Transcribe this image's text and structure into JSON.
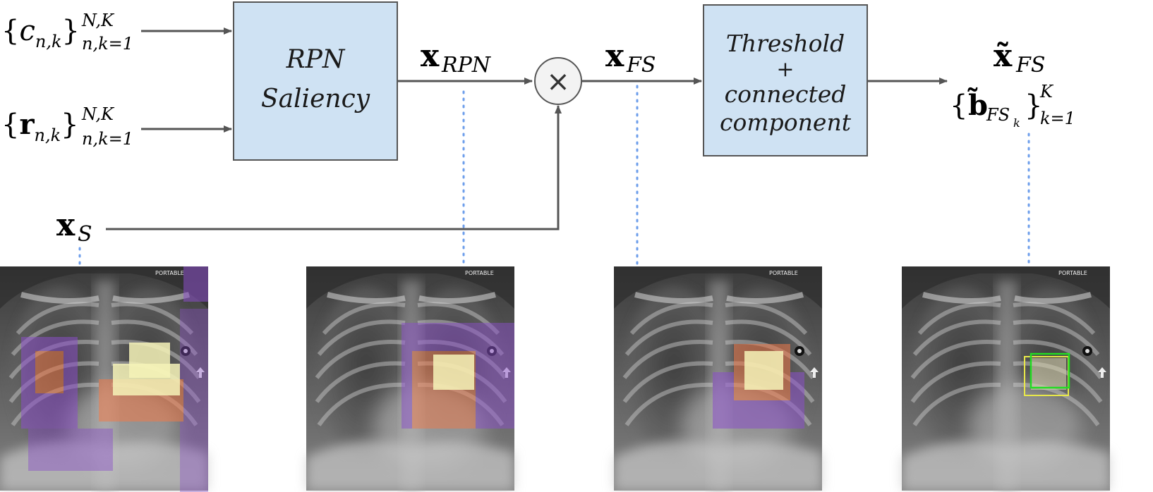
{
  "inputs": {
    "c": {
      "sym": "c",
      "sub": "n,k",
      "sup": "N,K",
      "lim": "n,k=1"
    },
    "r": {
      "sym": "r",
      "sub": "n,k",
      "sup": "N,K",
      "lim": "n,k=1"
    }
  },
  "blocks": {
    "rpn": {
      "line1": "RPN",
      "line2": "Saliency"
    },
    "threshold": {
      "line1": "Threshold",
      "line2": "+",
      "line3": "connected",
      "line4": "component"
    }
  },
  "signals": {
    "x_rpn": {
      "sym": "x",
      "sub": "RPN"
    },
    "x_fs": {
      "sym": "x",
      "sub": "FS"
    },
    "x_s": {
      "sym": "x",
      "sub": "S"
    },
    "x_fs_tilde": {
      "sym": "x̃",
      "sub": "FS"
    },
    "b_fs": {
      "sym": "b̃",
      "sub": "FS",
      "subsub": "k",
      "sup": "K",
      "lim": "k=1"
    }
  },
  "operator": {
    "symbol": "×"
  },
  "xray_label": "PORTABLE",
  "colors": {
    "box_fill": "#cfe2f3",
    "box_stroke": "#555555",
    "arrow": "#555555",
    "dotted": "#6d9eeb",
    "heat_purple": "#8a4fc9",
    "heat_orange": "#f07a4a",
    "heat_yellow": "#f6f3b8",
    "bbox_green": "#22dd22",
    "bbox_yellow": "#e8e84a"
  }
}
